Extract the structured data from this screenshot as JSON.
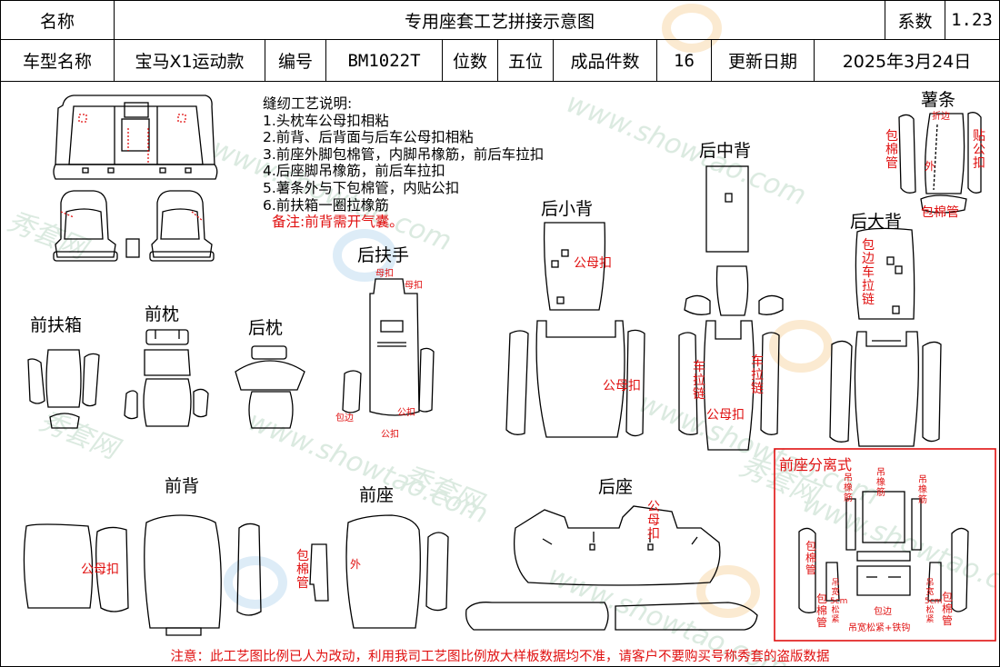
{
  "header": {
    "name_label": "名称",
    "title": "专用座套工艺拼接示意图",
    "series_label": "系数",
    "series_value": "1.23",
    "model_label": "车型名称",
    "model_value": "宝马X1运动款",
    "code_label": "编号",
    "code_value": "BM1022T",
    "seats_label": "位数",
    "seats_value": "五位",
    "count_label": "成品件数",
    "count_value": "16",
    "date_label": "更新日期",
    "date_value": "2025年3月24日"
  },
  "instructions": {
    "title": "缝纫工艺说明:",
    "items": [
      "1.头枕车公母扣相粘",
      "2.前背、后背面与后车公母扣相粘",
      "3.前座外脚包棉管，内脚吊橡筋，前后车拉扣",
      "4.后座脚吊橡筋，前后车拉扣",
      "5.薯条外与下包棉管，内贴公扣",
      "6.前扶箱一圈拉橡筋"
    ],
    "remark": "备注:前背需开气囊。"
  },
  "parts": {
    "front_armrest_box": "前扶箱",
    "front_headrest": "前枕",
    "rear_headrest": "后枕",
    "rear_armrest": "后扶手",
    "rear_small_back": "后小背",
    "rear_middle_back": "后中背",
    "rear_big_back": "后大背",
    "chips": "薯条",
    "front_back": "前背",
    "front_seat": "前座",
    "rear_seat": "后座",
    "front_seat_separate": "前座分离式"
  },
  "annotations": {
    "male_female_buckle": "公母扣",
    "female_buckle": "母扣",
    "male_buckle": "公扣",
    "hem_edge": "包边",
    "folded_edge": "折边",
    "outer": "外",
    "cotton_tube": "包棉管",
    "stick_male": "贴公扣",
    "edge_zip": "包边车拉链",
    "car_zip": "车拉链",
    "hang_elastic": "吊橡筋",
    "elastic_note": "吊宽松紧+铁钩",
    "rim_note": "包边",
    "side_note": "吊宽5cm松紧"
  },
  "footer": "注意：此工艺图比例已人为改动，利用我司工艺图比例放大样板数据均不准，请客户不要购买号称秀套的盗版数据",
  "watermark": {
    "url": "www.showtao.com",
    "brand": "秀套网"
  },
  "colors": {
    "line": "#000000",
    "accent": "#e01010",
    "watermark": "#cfe3d6"
  }
}
